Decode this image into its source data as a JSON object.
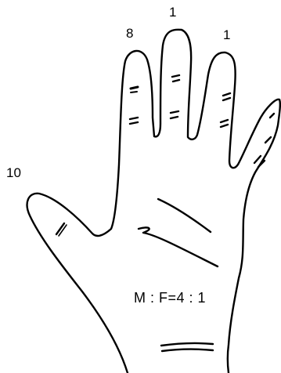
{
  "digit_counts": {
    "thumb": "10",
    "index": "8",
    "middle": "1",
    "ring": "1"
  },
  "sex_ratio": "M : F=4 : 1",
  "ink_color": "#000000",
  "background_color": "#ffffff"
}
